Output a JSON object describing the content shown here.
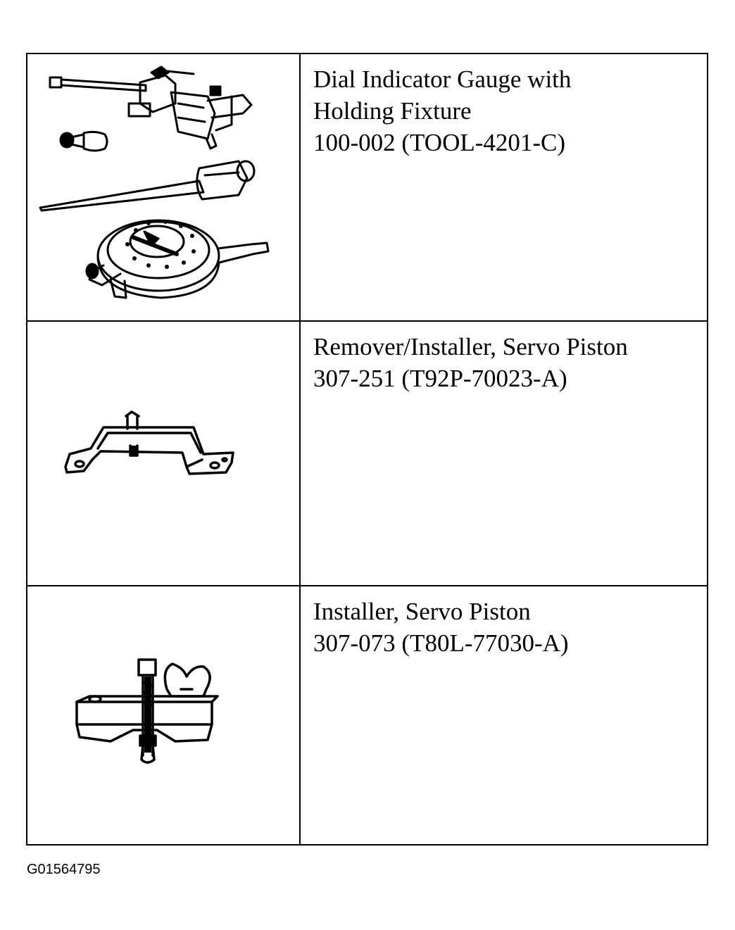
{
  "tools": [
    {
      "icon": "dial-indicator-gauge-icon",
      "name_lines": [
        "Dial Indicator Gauge with",
        "Holding Fixture"
      ],
      "part_number": "100-002 (TOOL-4201-C)"
    },
    {
      "icon": "servo-piston-remover-installer-icon",
      "name_lines": [
        "Remover/Installer, Servo Piston"
      ],
      "part_number": "307-251 (T92P-70023-A)"
    },
    {
      "icon": "servo-piston-installer-icon",
      "name_lines": [
        "Installer, Servo Piston"
      ],
      "part_number": "307-073 (T80L-77030-A)"
    }
  ],
  "figure_id": "G01564795"
}
